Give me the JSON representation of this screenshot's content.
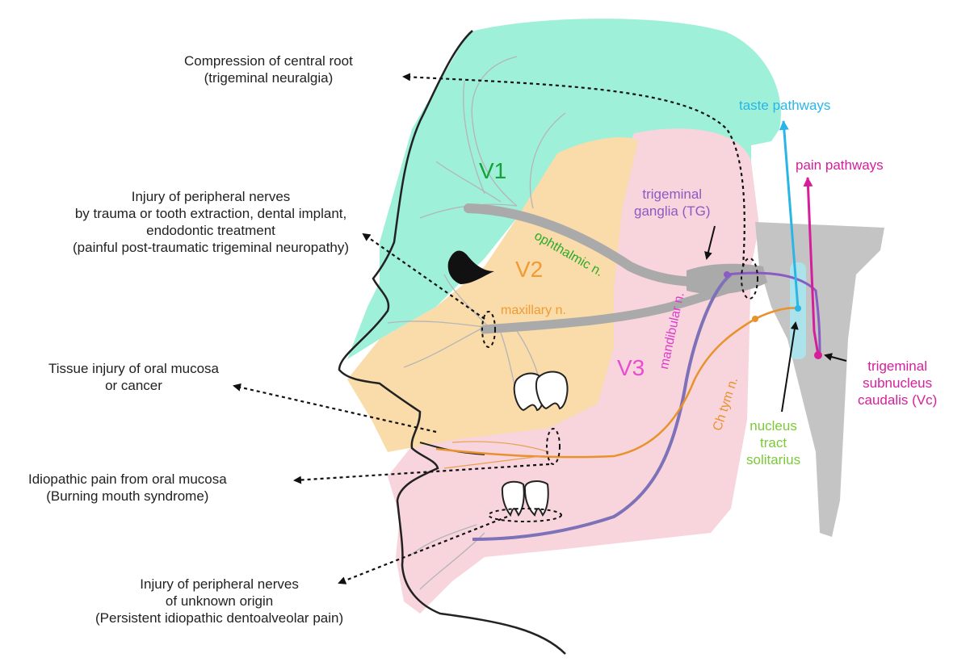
{
  "colors": {
    "v1": "#9ff0d8",
    "v2": "#f9dcaa",
    "v3": "#f8d4dd",
    "nerve_gray": "#aaaaaa",
    "brainstem_gray": "#c4c4c4",
    "taste": "#29b6e6",
    "pain": "#d61e9a",
    "purple": "#8a5bc2",
    "orange": "#e8922c",
    "v1_label": "#1aa03a",
    "ophthalmic_label": "#2aaa2a",
    "v2_label": "#f29a33",
    "v3_label": "#e84cd0",
    "mandibular_label": "#dd3ccc",
    "chtym_label": "#e8922c",
    "nts_label": "#7cc83a",
    "tg_label": "#8a5bc2"
  },
  "regions": {
    "v1": "V1",
    "v2": "V2",
    "v3": "V3"
  },
  "nerves": {
    "ophthalmic": "ophthalmic n.",
    "maxillary": "maxillary n.",
    "mandibular": "mandibular n.",
    "chorda_tympani": "Ch tym n."
  },
  "labels": {
    "trigeminal_ganglia": [
      "trigeminal",
      "ganglia (TG)"
    ],
    "taste_pathways": "taste pathways",
    "pain_pathways": "pain pathways",
    "subnucleus_caudalis": [
      "trigeminal",
      "subnucleus",
      "caudalis (Vc)"
    ],
    "nucleus_tract_solitarius": [
      "nucleus",
      "tract",
      "solitarius"
    ]
  },
  "annotations": {
    "central_root": [
      "Compression of central root",
      "(trigeminal neuralgia)"
    ],
    "peripheral_trauma": [
      "Injury of peripheral nerves",
      "by trauma or tooth extraction, dental implant,",
      "endodontic treatment",
      "(painful post-traumatic trigeminal neuropathy)"
    ],
    "oral_mucosa": [
      "Tissue injury of oral mucosa",
      "or cancer"
    ],
    "burning_mouth": [
      "Idiopathic pain from oral mucosa",
      "(Burning mouth syndrome)"
    ],
    "dentoalveolar": [
      "Injury of peripheral nerves",
      "of unknown origin",
      "(Persistent idiopathic dentoalveolar pain)"
    ]
  }
}
